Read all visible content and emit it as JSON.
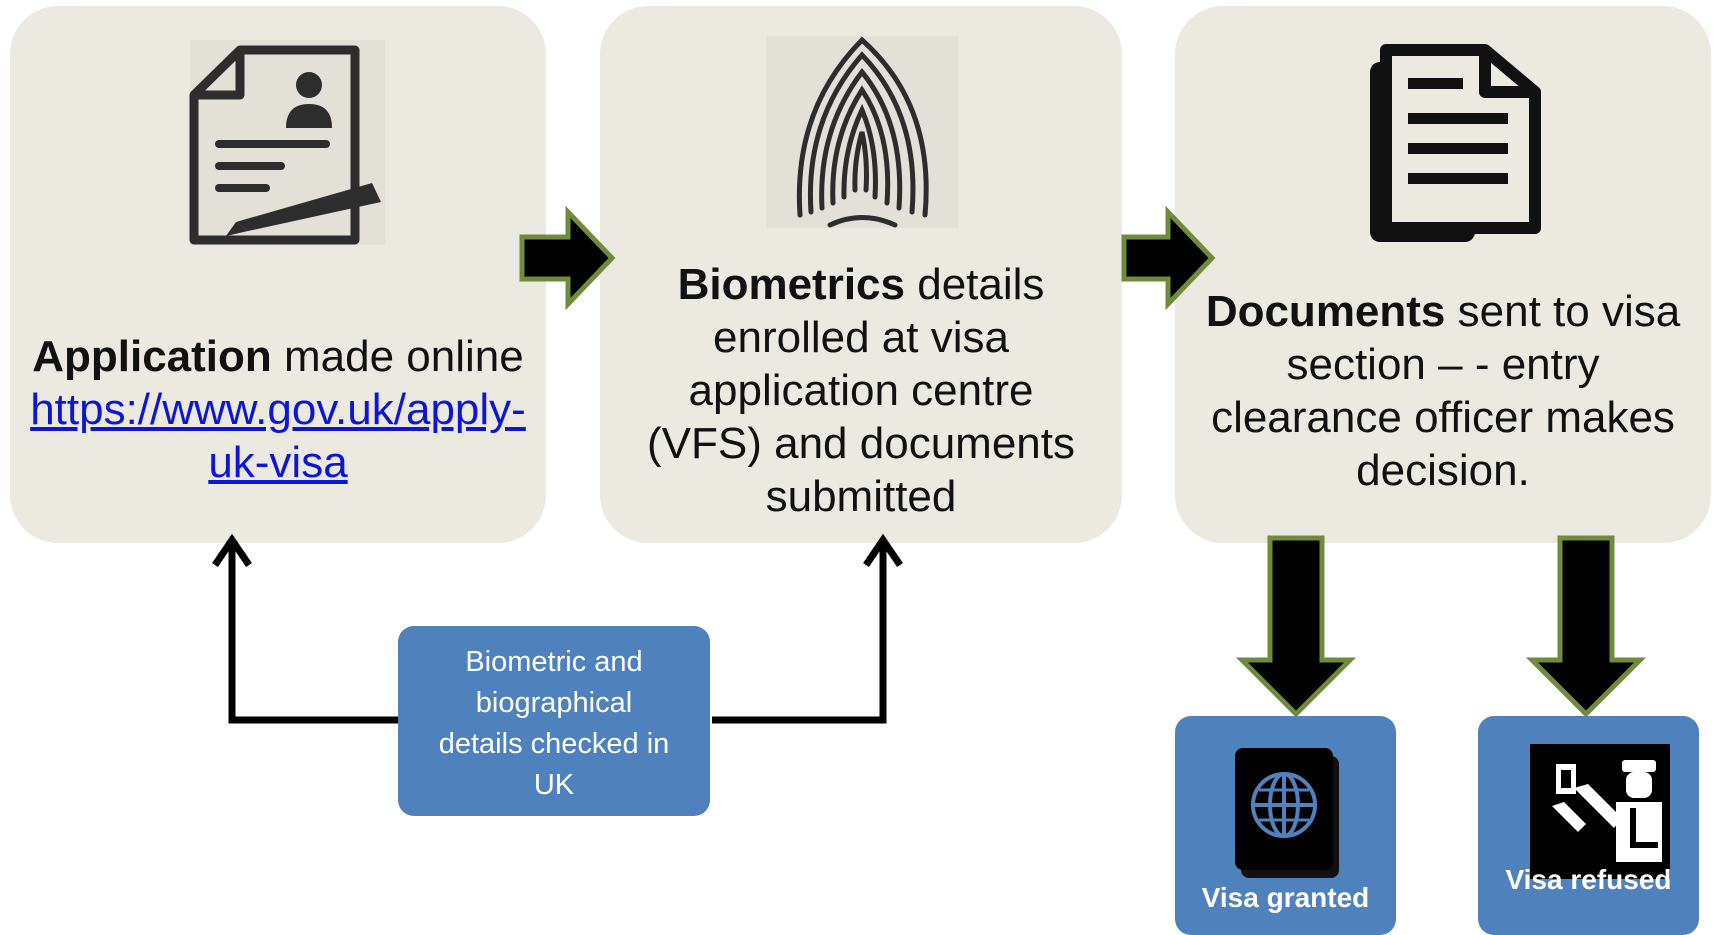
{
  "step1": {
    "bold": "Application",
    "rest": " made online",
    "link": "https://www.gov.uk/apply-uk-visa"
  },
  "step2": {
    "bold": "Biometrics",
    "rest": " details enrolled at visa application centre (VFS) and documents submitted"
  },
  "step3": {
    "bold": "Documents",
    "rest": " sent to visa section – - entry clearance officer makes decision."
  },
  "check": {
    "text": "Biometric and biographical details checked in UK"
  },
  "outcomes": {
    "granted": "Visa granted",
    "refused": "Visa refused"
  },
  "colors": {
    "box": "#ebe9e0",
    "blue": "#4f81bd",
    "arrow_outline": "#6e8c3c",
    "link": "#0b16d8"
  },
  "icons": [
    "application-form-icon",
    "fingerprint-icon",
    "documents-icon",
    "passport-icon",
    "border-officer-icon"
  ]
}
